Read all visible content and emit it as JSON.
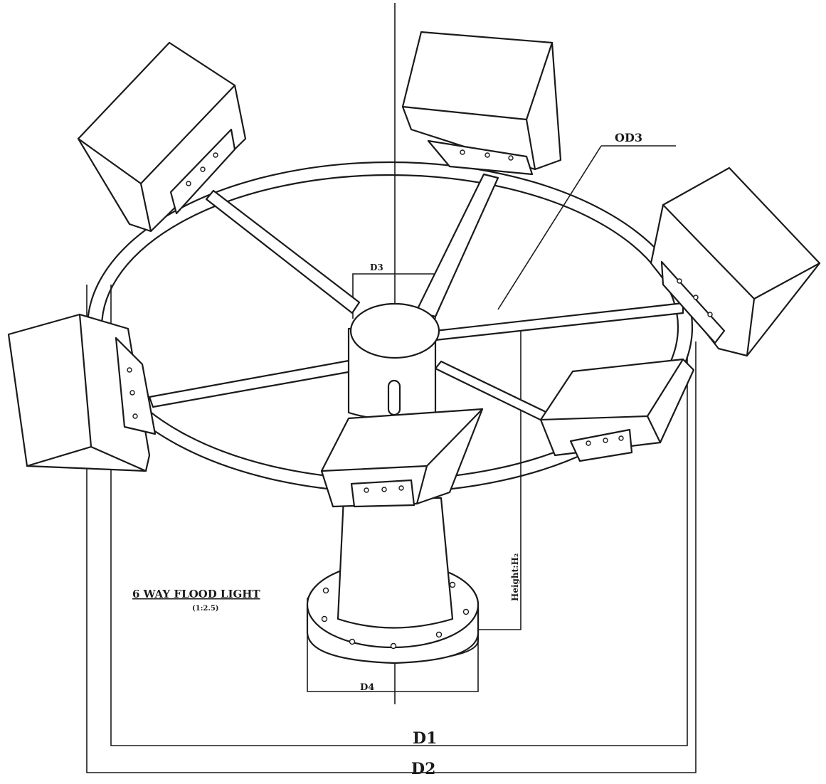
{
  "drawing": {
    "title": "6 WAY FLOOD LIGHT",
    "scale": "(1:2.5)",
    "labels": {
      "d1": "D1",
      "d2": "D2",
      "d3": "D3",
      "d4": "D4",
      "od3": "OD3",
      "height": "Height:H₂"
    }
  }
}
